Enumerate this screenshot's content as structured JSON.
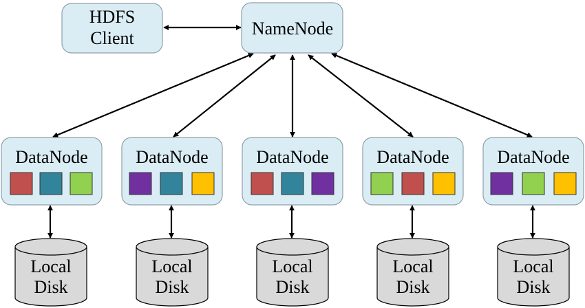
{
  "client": {
    "line1": "HDFS",
    "line2": "Client"
  },
  "namenode": {
    "label": "NameNode"
  },
  "datanodes": [
    {
      "label": "DataNode",
      "blocks": [
        "red",
        "teal",
        "green"
      ]
    },
    {
      "label": "DataNode",
      "blocks": [
        "purple",
        "teal",
        "yellow"
      ]
    },
    {
      "label": "DataNode",
      "blocks": [
        "red",
        "teal",
        "purple"
      ]
    },
    {
      "label": "DataNode",
      "blocks": [
        "green",
        "red",
        "yellow"
      ]
    },
    {
      "label": "DataNode",
      "blocks": [
        "purple",
        "green",
        "yellow"
      ]
    }
  ],
  "disks": [
    {
      "line1": "Local",
      "line2": "Disk"
    },
    {
      "line1": "Local",
      "line2": "Disk"
    },
    {
      "line1": "Local",
      "line2": "Disk"
    },
    {
      "line1": "Local",
      "line2": "Disk"
    },
    {
      "line1": "Local",
      "line2": "Disk"
    }
  ],
  "colors": {
    "node_fill": "#daedf4",
    "node_stroke": "#8fa0aa",
    "disk_fill": "#d9d9d9",
    "disk_stroke": "#000000",
    "arrow": "#000000",
    "block_red": "#c0504d",
    "block_teal": "#31849b",
    "block_green": "#92d050",
    "block_purple": "#7030a0",
    "block_yellow": "#ffc000"
  }
}
